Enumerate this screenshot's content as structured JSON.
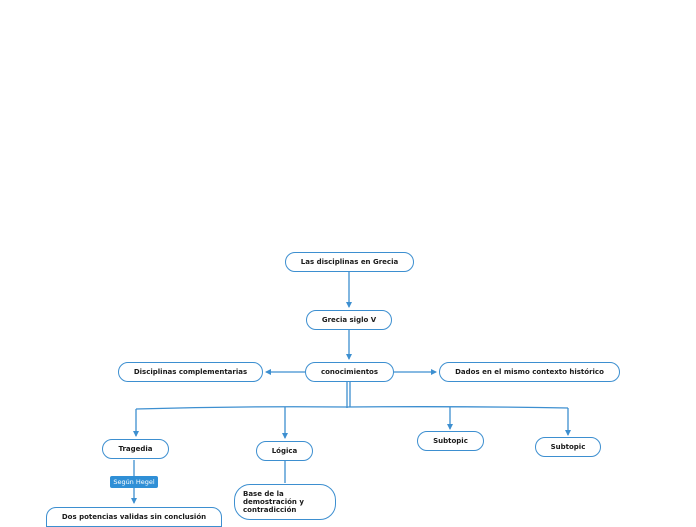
{
  "colors": {
    "connector": "#3d8fd0",
    "node_border": "#3d8fd0",
    "tag_background": "#2f8fd6"
  },
  "nodes": {
    "root": "Las disciplinas en Grecia",
    "period": "Grecia siglo V",
    "knowledge": "conocimientos",
    "complementary": "Disciplinas complementarias",
    "context": "Dados en el mismo contexto histórico",
    "tragedy": "Tragedia",
    "logic": "Lógica",
    "subtopic_1": "Subtopic",
    "subtopic_2": "Subtopic",
    "logic_base": "Base de la demostración y contradicción",
    "tragedy_detail": "Dos potencias validas sin conclusión"
  },
  "labels": {
    "hegel": "Según Hegel"
  }
}
